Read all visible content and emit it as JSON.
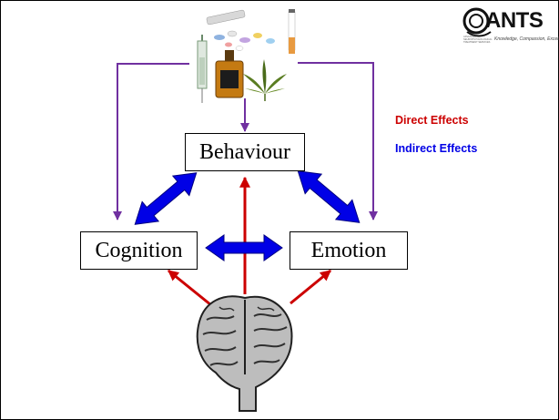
{
  "diagram": {
    "nodes": {
      "behaviour": "Behaviour",
      "cognition": "Cognition",
      "emotion": "Emotion"
    },
    "legend": {
      "direct": "Direct Effects",
      "indirect": "Indirect Effects"
    }
  },
  "logo": {
    "wordmark": "ANTS",
    "full_name": "Advanced Neuropsychological Treatment Services",
    "tagline": "Knowledge, Compassion, Excellence"
  },
  "colors": {
    "direct": "#cc0000",
    "indirect": "#0000e6",
    "indirect_outline": "#000080",
    "substance_arrows": "#7030a0"
  },
  "icons": [
    "syringe-icon",
    "pills-icon",
    "whisky-bottle-icon",
    "cannabis-leaf-icon",
    "cigarette-icon",
    "brain-icon",
    "ants-logo-icon"
  ]
}
